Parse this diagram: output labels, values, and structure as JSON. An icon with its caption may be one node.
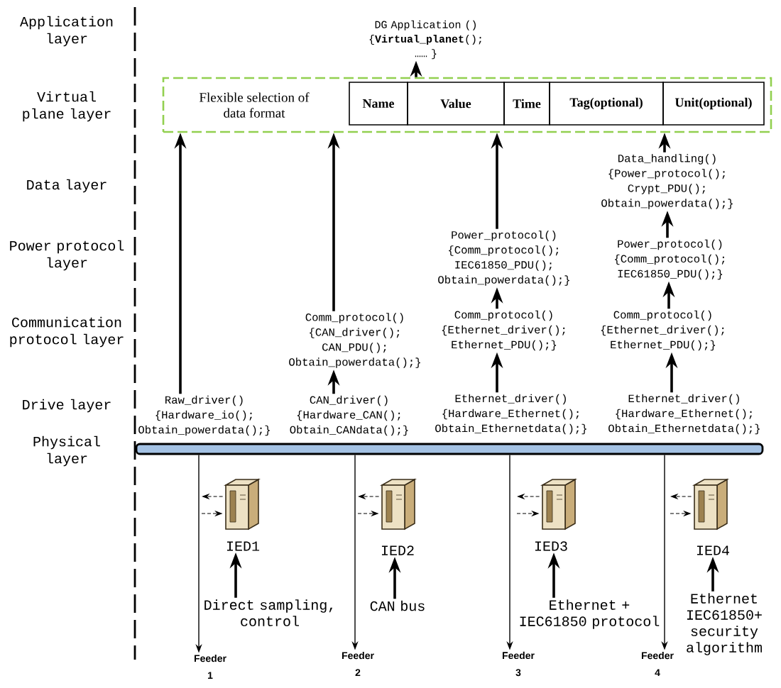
{
  "diagram": {
    "nodes": [
      {
        "text": [
          "Flexible selection of data format"
        ]
      },
      {
        "text": [
          "Name"
        ],
        "in": 0
      },
      {
        "text": [
          "Value"
        ],
        "in": 0
      },
      {
        "text": [
          "Time"
        ],
        "in": 0
      },
      {
        "text": [
          "Tag(optional)"
        ],
        "in": 0
      },
      {
        "text": [
          "Unit(optional)"
        ],
        "in": 0
      },
      {
        "text": [
          "DG Application () {**Virtual_planet**(); …… }"
        ]
      },
      {
        "text": [
          "Raw_driver() {Hardware_io(); Obtain_powerdata();}"
        ]
      },
      {
        "text": [
          "CAN_driver() {Hardware_CAN(); Obtain_CANdata();}"
        ]
      },
      {
        "text": [
          "Comm_protocol() {CAN_driver(); CAN_PDU(); Obtain_powerdata();}"
        ]
      },
      {
        "text": [
          "Ethernet_driver() {Hardware_Ethernet(); Obtain_Ethernetdata();}"
        ]
      },
      {
        "text": [
          "Comm_protocol() {Ethernet_driver(); Ethernet_PDU();}"
        ]
      },
      {
        "text": [
          "Power_protocol() {Comm_protocol(); IEC61850_PDU(); Obtain_powerdata();}"
        ]
      },
      {
        "text": [
          "Ethernet_driver() {Hardware_Ethernet(); Obtain_Ethernetdata();}"
        ]
      },
      {
        "text": [
          "Comm_protocol() {Ethernet_driver(); Ethernet_PDU();}"
        ]
      },
      {
        "text": [
          "Power_protocol() {Comm_protocol(); IEC61850_PDU();}"
        ]
      },
      {
        "text": [
          "Data_handling() {Power_protocol(); Crypt_PDU(); Obtain_powerdata();}"
        ]
      },
      {
        "text": [],
        "shape": "bar"
      },
      {
        "text": [],
        "shape": "picture"
      },
      {
        "text": [],
        "shape": "picture"
      },
      {
        "text": [],
        "shape": "picture"
      },
      {
        "text": [],
        "shape": "picture"
      },
      {
        "text": [
          "IED1"
        ]
      },
      {
        "text": [
          "IED2"
        ]
      },
      {
        "text": [
          "IED3"
        ]
      },
      {
        "text": [
          "IED4"
        ]
      },
      {
        "text": [
          "Direct sampling, control"
        ]
      },
      {
        "text": [
          "CAN bus"
        ]
      },
      {
        "text": [
          "Ethernet + IEC61850 protocol"
        ]
      },
      {
        "text": [
          "Ethernet IEC61850+ security algorithm"
        ]
      },
      {
        "text": [
          "Feeder 1"
        ]
      },
      {
        "text": [
          "Feeder 2"
        ]
      },
      {
        "text": [
          "Feeder 3"
        ]
      },
      {
        "text": [
          "Feeder 4"
        ]
      }
    ],
    "edges": [
      {
        "from": 0,
        "to": 6,
        "arrow": "to"
      },
      {
        "from": 7,
        "to": 0,
        "arrow": "to"
      },
      {
        "from": 8,
        "to": 9,
        "arrow": "to"
      },
      {
        "from": 9,
        "to": 0,
        "arrow": "to"
      },
      {
        "from": 10,
        "to": 11,
        "arrow": "to"
      },
      {
        "from": 11,
        "to": 12,
        "arrow": "to"
      },
      {
        "from": 12,
        "to": 0,
        "arrow": "to"
      },
      {
        "from": 13,
        "to": 14,
        "arrow": "to"
      },
      {
        "from": 14,
        "to": 15,
        "arrow": "to"
      },
      {
        "from": 15,
        "to": 16,
        "arrow": "to"
      },
      {
        "from": 16,
        "to": 0,
        "arrow": "to"
      },
      {
        "from": 17,
        "to": 30,
        "arrow": "to"
      },
      {
        "from": 17,
        "to": 31,
        "arrow": "to"
      },
      {
        "from": 17,
        "to": 32,
        "arrow": "to"
      },
      {
        "from": 17,
        "to": 33,
        "arrow": "to"
      },
      {
        "from": 18,
        "to": null,
        "arrow": "to",
        "style": "dashed"
      },
      {
        "from": null,
        "to": 18,
        "arrow": "to",
        "style": "dashed"
      },
      {
        "from": 19,
        "to": null,
        "arrow": "to",
        "style": "dashed"
      },
      {
        "from": null,
        "to": 19,
        "arrow": "to",
        "style": "dashed"
      },
      {
        "from": 20,
        "to": null,
        "arrow": "to",
        "style": "dashed"
      },
      {
        "from": null,
        "to": 20,
        "arrow": "to",
        "style": "dashed"
      },
      {
        "from": 21,
        "to": null,
        "arrow": "to",
        "style": "dashed"
      },
      {
        "from": null,
        "to": 21,
        "arrow": "to",
        "style": "dashed"
      },
      {
        "from": 26,
        "to": 22,
        "arrow": "to"
      },
      {
        "from": 27,
        "to": 23,
        "arrow": "to"
      },
      {
        "from": 28,
        "to": 24,
        "arrow": "to"
      },
      {
        "from": 29,
        "to": 25,
        "arrow": "to"
      }
    ],
    "labels": [
      "Application layer",
      "Virtual plane layer",
      "Data layer",
      "Power protocol layer",
      "Communication protocol layer",
      "Drive layer",
      "Physical layer"
    ]
  }
}
